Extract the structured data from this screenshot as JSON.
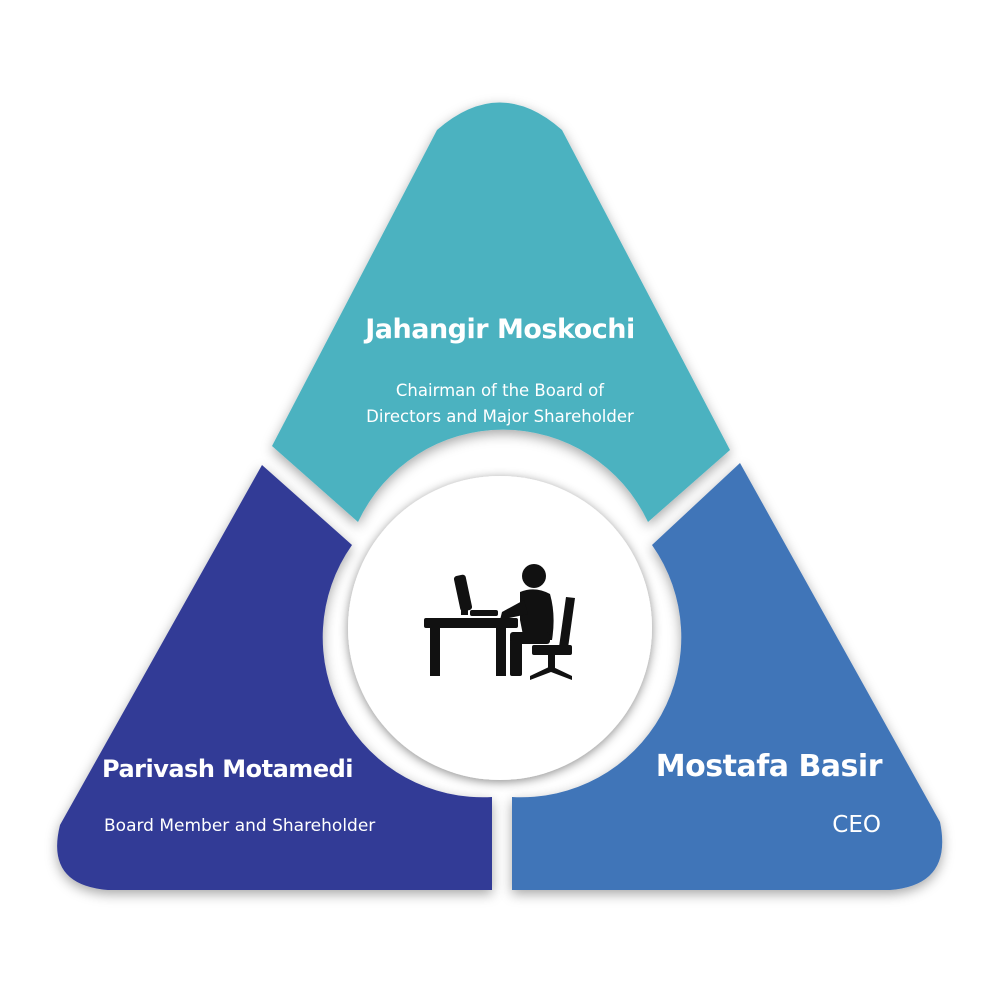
{
  "colors": {
    "top_segment": "#4bb2c0",
    "left_segment": "#303a96",
    "right_segment": "#4074b8",
    "center_circle": "#ffffff",
    "icon": "#111111",
    "text": "#ffffff"
  },
  "center": {
    "icon": "person-at-computer-desk-icon"
  },
  "segments": {
    "top": {
      "name": "Jahangir Moskochi",
      "role_line1": "Chairman of the Board of",
      "role_line2": "Directors and Major Shareholder"
    },
    "left": {
      "name": "Parivash Motamedi",
      "role": "Board Member and Shareholder"
    },
    "right": {
      "name": "Mostafa Basir",
      "role": "CEO"
    }
  }
}
